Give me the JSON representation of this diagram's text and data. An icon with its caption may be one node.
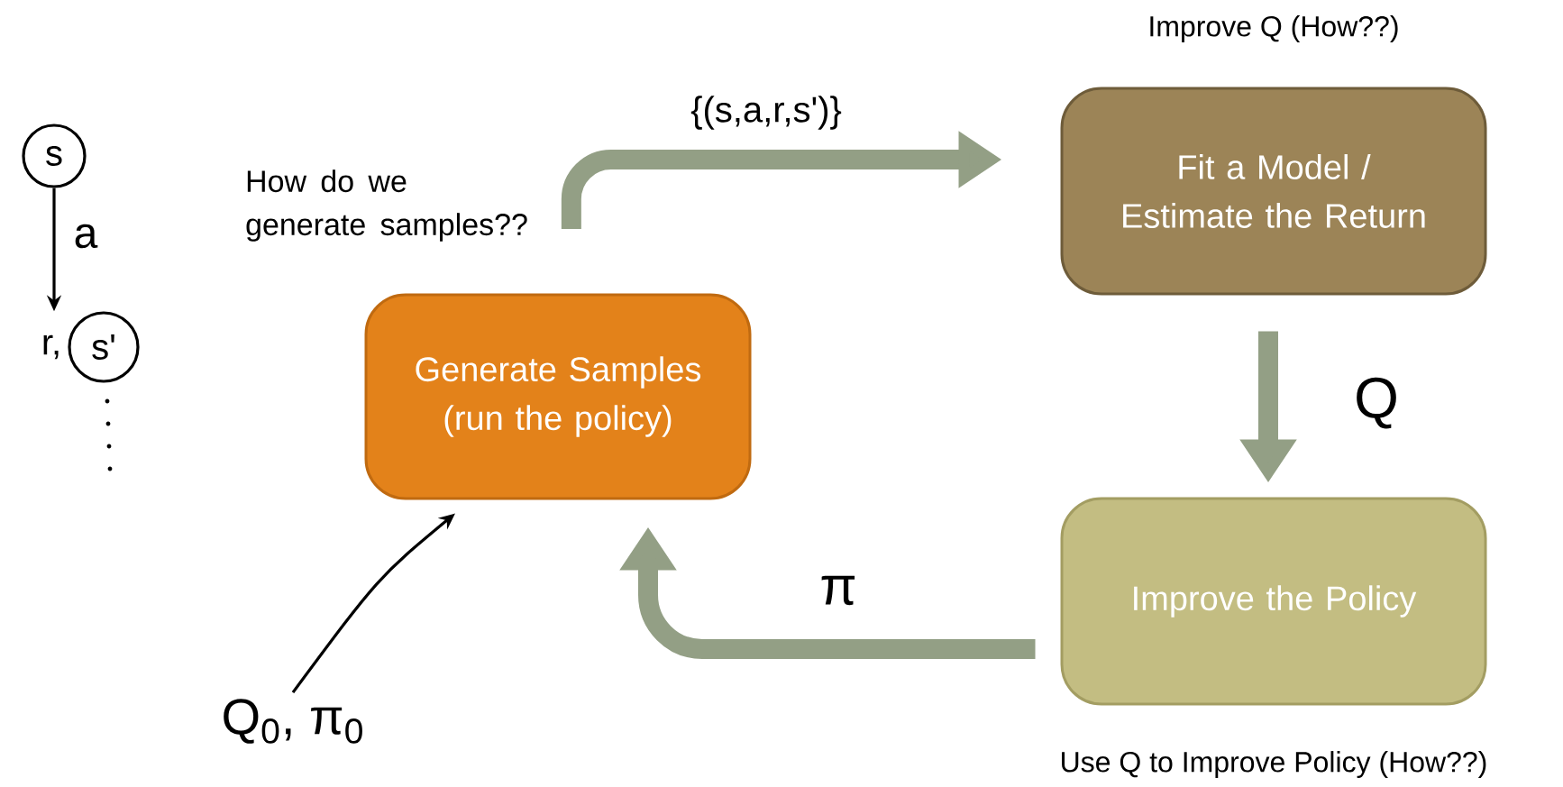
{
  "diagram": {
    "nodes": [
      {
        "text": [
          "Generate Samples (run the policy)"
        ]
      },
      {
        "text": [
          "Fit a Model / Estimate the Return"
        ],
        "beside": [
          "Improve Q (How??)"
        ]
      },
      {
        "text": [
          "Improve the Policy"
        ],
        "beside": [
          "Use Q to Improve Policy (How??)"
        ]
      },
      {
        "text": [
          "How do we generate samples??"
        ]
      },
      {
        "text": [
          "Q$_{0}$, π$_{0}$"
        ]
      },
      {
        "text": [
          "s"
        ]
      },
      {
        "text": [
          "s'"
        ],
        "beside": [
          "r,"
        ]
      }
    ],
    "edges": [
      {
        "from": 3,
        "to": 1,
        "arrow": "to",
        "label": "{(s,a,r,s')}"
      },
      {
        "from": 1,
        "to": 2,
        "arrow": "to",
        "label": "Q"
      },
      {
        "from": 2,
        "to": 0,
        "arrow": "to",
        "label": "π"
      },
      {
        "from": 4,
        "to": 0,
        "arrow": "to",
        "color": "#000000"
      },
      {
        "from": 5,
        "to": 6,
        "arrow": "to",
        "label": "a",
        "color": "#000000"
      }
    ]
  }
}
